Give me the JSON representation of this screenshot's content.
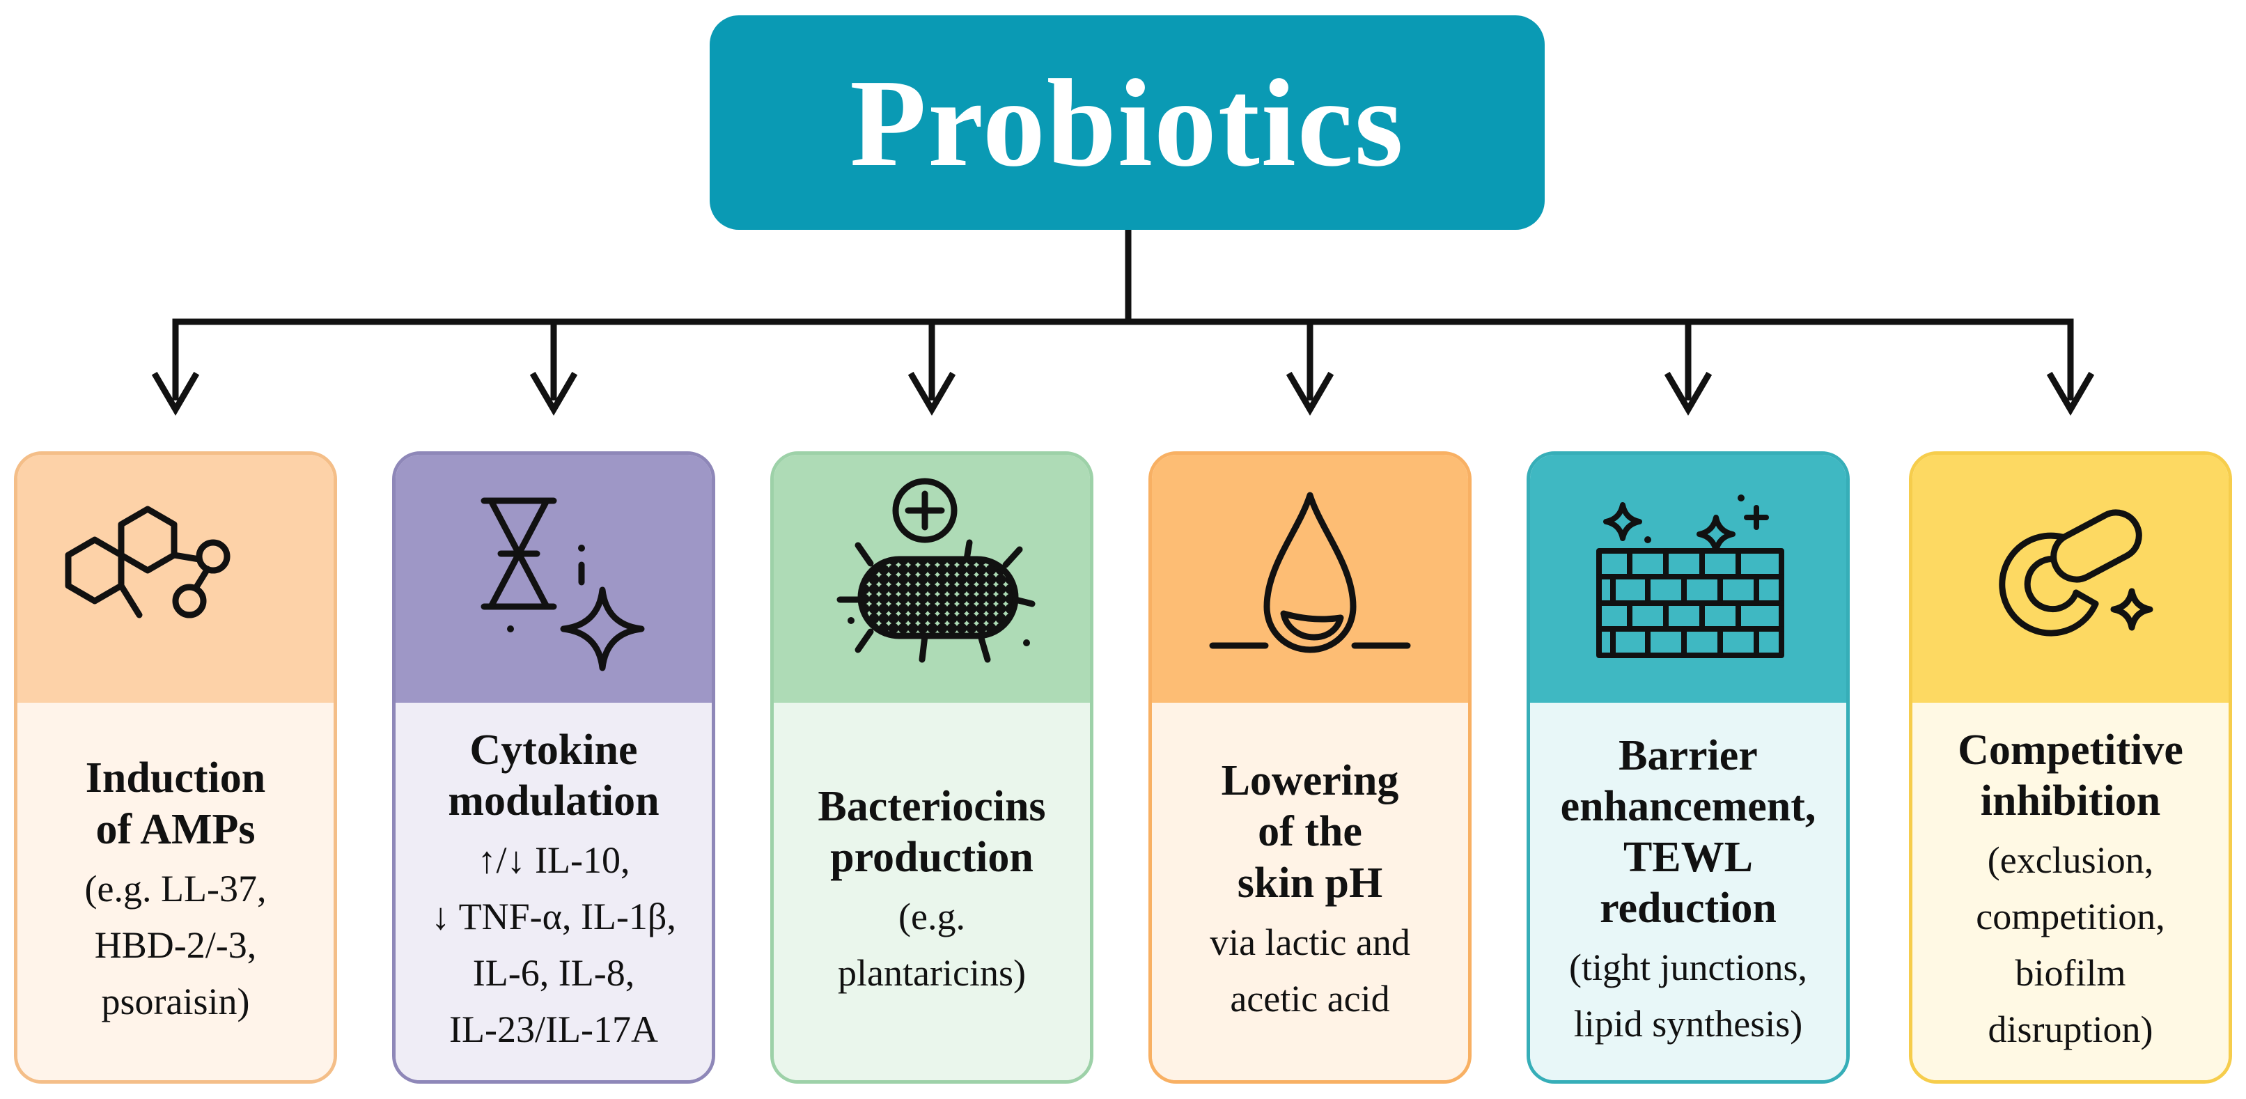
{
  "title": {
    "text": "Probiotics",
    "color": "#0a9ab4"
  },
  "connector_color": "#111111",
  "cards": [
    {
      "icon": "molecule-icon",
      "heading": [
        "Induction",
        "of AMPs"
      ],
      "detail": [
        "(e.g. LL-37,",
        "HBD-2/-3,",
        "psoraisin)"
      ],
      "top_color": "#fdd2a8",
      "bottom_color": "#fff4ea",
      "border_color": "#f4be88"
    },
    {
      "icon": "hourglass-sparkle-icon",
      "heading": [
        "Cytokine",
        "modulation"
      ],
      "detail": [
        "↑/↓ IL-10,",
        "↓ TNF-α, IL-1β,",
        "IL-6, IL-8,",
        "IL-23/IL-17A"
      ],
      "top_color": "#9e97c6",
      "bottom_color": "#efedf6",
      "border_color": "#8e87b8"
    },
    {
      "icon": "bacterium-plus-icon",
      "heading": [
        "Bacteriocins",
        "production"
      ],
      "detail": [
        "(e.g.",
        "plantaricins)"
      ],
      "top_color": "#aedbb6",
      "bottom_color": "#eaf6ec",
      "border_color": "#9dd1a8"
    },
    {
      "icon": "droplet-icon",
      "heading": [
        "Lowering",
        "of the",
        "skin pH"
      ],
      "detail": [
        "via lactic and",
        "acetic acid"
      ],
      "top_color": "#fdbd74",
      "bottom_color": "#fff3e6",
      "border_color": "#f8b063"
    },
    {
      "icon": "brick-wall-sparkle-icon",
      "heading": [
        "Barrier",
        "enhancement,",
        "TEWL",
        "reduction"
      ],
      "detail": [
        "(tight junctions,",
        "lipid synthesis)"
      ],
      "top_color": "#3fb8c2",
      "bottom_color": "#e8f7f8",
      "border_color": "#36aeb8"
    },
    {
      "icon": "capsule-blocker-icon",
      "heading": [
        "Competitive",
        "inhibition"
      ],
      "detail": [
        "(exclusion,",
        "competition,",
        "biofilm",
        "disruption)"
      ],
      "top_color": "#fdd962",
      "bottom_color": "#fff9e4",
      "border_color": "#f6cd4c"
    }
  ]
}
